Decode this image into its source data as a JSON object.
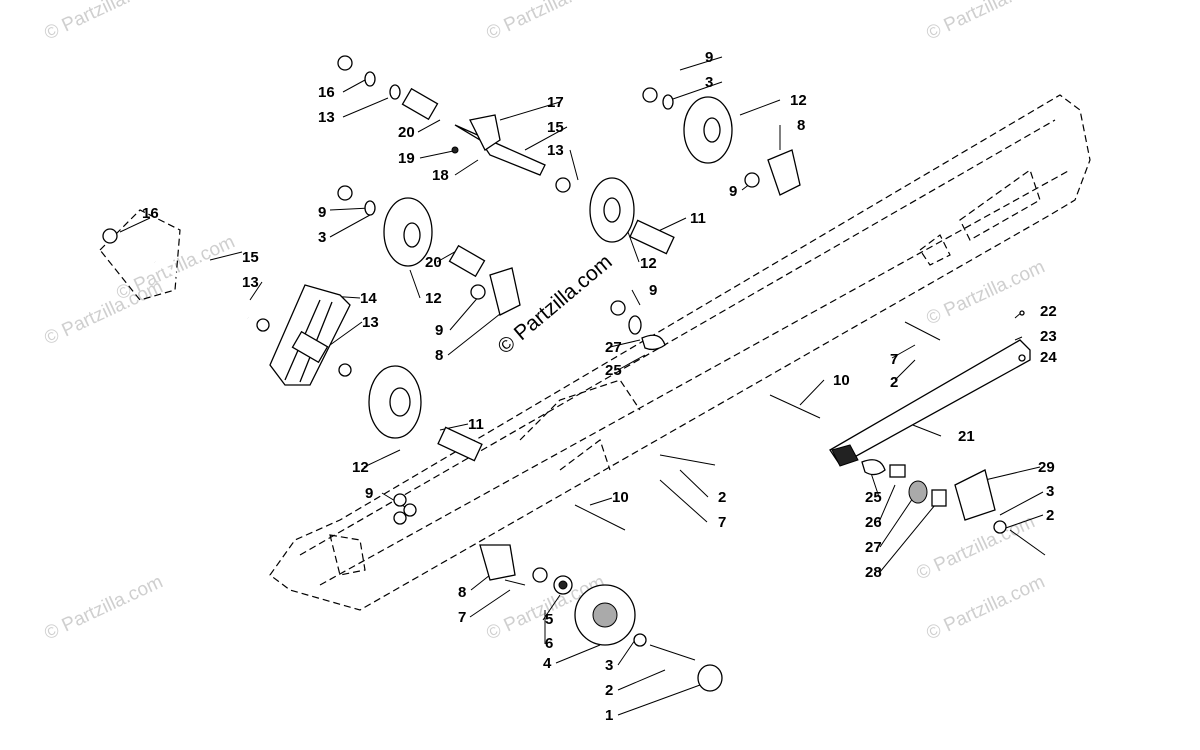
{
  "watermarks": [
    "© Partzilla.com",
    "© Partzilla.com",
    "© Partzilla.com",
    "© Partzilla.com",
    "© Partzilla.com",
    "© Partzilla.com",
    "© Partzilla.com",
    "© Partzilla.com",
    "© Partzilla.com",
    "© Partzilla.com"
  ],
  "center_watermark": "© Partzilla.com",
  "callouts": {
    "c1": "1",
    "c2a": "2",
    "c2b": "2",
    "c2c": "2",
    "c2d": "2",
    "c3a": "3",
    "c3b": "3",
    "c3c": "3",
    "c3d": "3",
    "c4": "4",
    "c5": "5",
    "c6": "6",
    "c7a": "7",
    "c7b": "7",
    "c7c": "7",
    "c8a": "8",
    "c8b": "8",
    "c8c": "8",
    "c9a": "9",
    "c9b": "9",
    "c9c": "9",
    "c9d": "9",
    "c9e": "9",
    "c10a": "10",
    "c10b": "10",
    "c11a": "11",
    "c11b": "11",
    "c12a": "12",
    "c12b": "12",
    "c12c": "12",
    "c12d": "12",
    "c13a": "13",
    "c13b": "13",
    "c13c": "13",
    "c13d": "13",
    "c14": "14",
    "c15a": "15",
    "c15b": "15",
    "c16a": "16",
    "c16b": "16",
    "c17": "17",
    "c18": "18",
    "c19": "19",
    "c20a": "20",
    "c20b": "20",
    "c21": "21",
    "c22": "22",
    "c23": "23",
    "c24": "24",
    "c25a": "25",
    "c25b": "25",
    "c26": "26",
    "c27a": "27",
    "c27b": "27",
    "c28": "28",
    "c29": "29"
  }
}
